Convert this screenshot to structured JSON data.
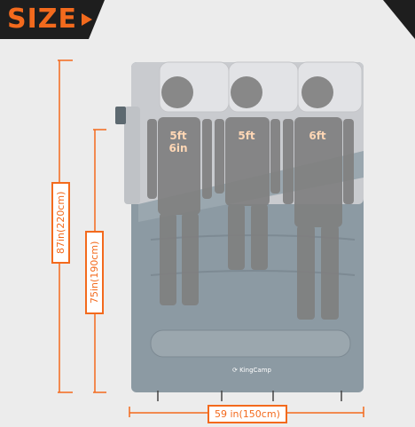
{
  "header": {
    "title": "SIZE",
    "colors": {
      "accent": "#f36a1d",
      "dark": "#1e1e1e"
    }
  },
  "dimensions": {
    "total_length": "87in(220cm)",
    "body_length": "75in(190cm)",
    "width": "59 in(150cm)"
  },
  "figures": [
    {
      "height_line1": "5ft",
      "height_line2": "6in"
    },
    {
      "height_line1": "5ft",
      "height_line2": ""
    },
    {
      "height_line1": "6ft",
      "height_line2": ""
    }
  ],
  "brand": {
    "logo": "KingCamp"
  }
}
